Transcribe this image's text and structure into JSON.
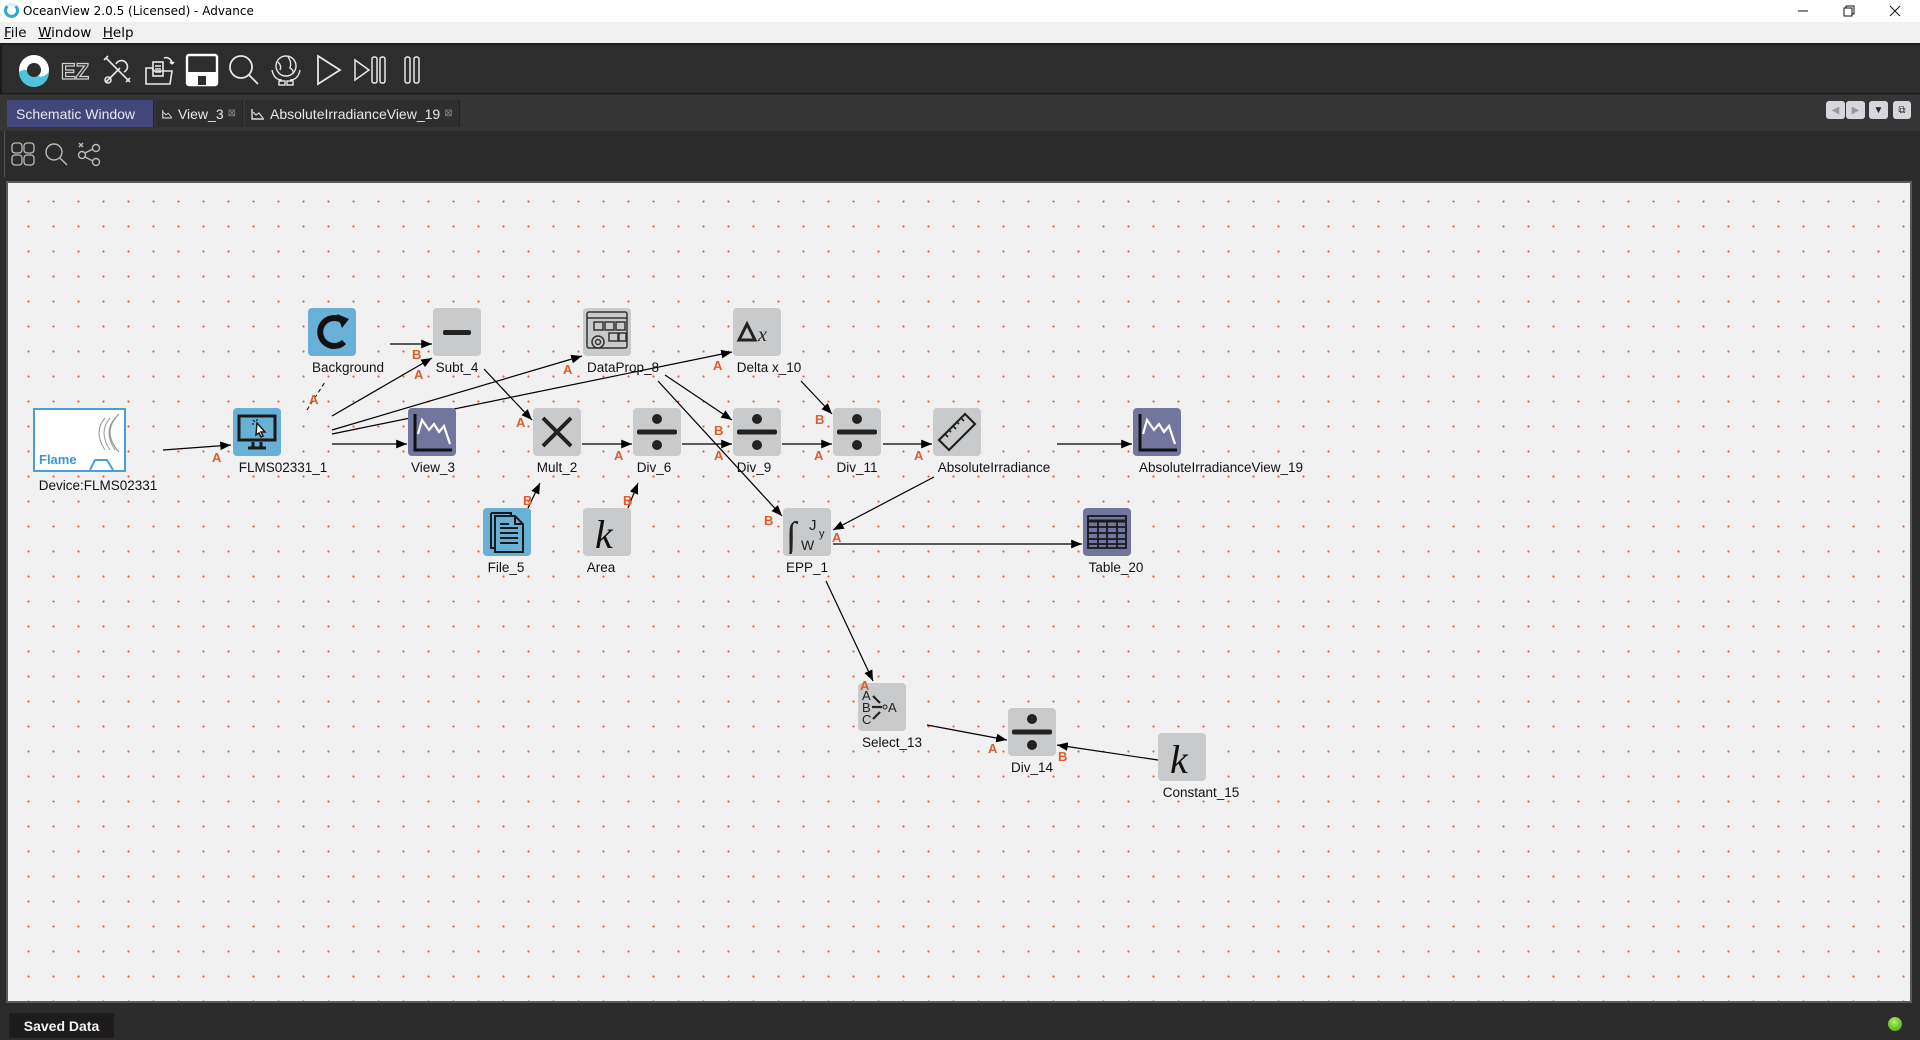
{
  "window": {
    "title": "OceanView 2.0.5 (Licensed) - Advance",
    "controls": [
      "minimize",
      "restore",
      "close"
    ]
  },
  "menu": {
    "items": [
      {
        "label": "File",
        "mnemonic": "F",
        "rest": "ile"
      },
      {
        "label": "Window",
        "mnemonic": "W",
        "rest": "indow"
      },
      {
        "label": "Help",
        "mnemonic": "H",
        "rest": "elp"
      }
    ]
  },
  "toolbar": {
    "buttons": [
      {
        "name": "oceanview-logo-icon"
      },
      {
        "name": "ez-mode-icon",
        "text": "EZ"
      },
      {
        "name": "tools-icon"
      },
      {
        "name": "open-file-icon"
      },
      {
        "name": "save-icon"
      },
      {
        "name": "search-icon"
      },
      {
        "name": "globe-hands-icon"
      },
      {
        "name": "play-icon"
      },
      {
        "name": "step-icon"
      },
      {
        "name": "pause-icon"
      }
    ]
  },
  "tabs": [
    {
      "label": "Schematic Window",
      "active": true,
      "closable": false
    },
    {
      "label": "View_3",
      "active": false,
      "closable": true,
      "icon": "graph-icon"
    },
    {
      "label": "AbsoluteIrradianceView_19",
      "active": false,
      "closable": true,
      "icon": "graph-icon"
    }
  ],
  "tab_nav": {
    "prev": "◀",
    "next": "▶",
    "menu": "▼",
    "restore": "⧉"
  },
  "schematic_toolbar": [
    "layout-grid-icon",
    "zoom-icon",
    "share-nodes-icon"
  ],
  "schematic": {
    "device": {
      "label": "Device:FLMS02331",
      "badge": "Flame"
    },
    "nodes": [
      {
        "id": "flms",
        "label": "FLMS02331_1",
        "type": "spectrometer"
      },
      {
        "id": "background",
        "label": "Background",
        "type": "background"
      },
      {
        "id": "subt4",
        "label": "Subt_4",
        "type": "subtract"
      },
      {
        "id": "view3",
        "label": "View_3",
        "type": "graph-view"
      },
      {
        "id": "dataprop8",
        "label": "DataProp_8",
        "type": "data-properties"
      },
      {
        "id": "deltax10",
        "label": "Delta x_10",
        "type": "delta-x",
        "symbol": "Δx"
      },
      {
        "id": "mult2",
        "label": "Mult_2",
        "type": "multiply"
      },
      {
        "id": "div6",
        "label": "Div_6",
        "type": "divide"
      },
      {
        "id": "div9",
        "label": "Div_9",
        "type": "divide"
      },
      {
        "id": "div11",
        "label": "Div_11",
        "type": "divide"
      },
      {
        "id": "absirr",
        "label": "AbsoluteIrradiance",
        "type": "ruler"
      },
      {
        "id": "absview19",
        "label": "AbsoluteIrradianceView_19",
        "type": "graph-view"
      },
      {
        "id": "file5",
        "label": "File_5",
        "type": "file"
      },
      {
        "id": "area",
        "label": "Area",
        "type": "constant",
        "symbol": "k"
      },
      {
        "id": "epp1",
        "label": "EPP_1",
        "type": "integral"
      },
      {
        "id": "table20",
        "label": "Table_20",
        "type": "table"
      },
      {
        "id": "select13",
        "label": "Select_13",
        "type": "select"
      },
      {
        "id": "div14",
        "label": "Div_14",
        "type": "divide"
      },
      {
        "id": "constant15",
        "label": "Constant_15",
        "type": "constant",
        "symbol": "k"
      }
    ],
    "edges": [
      {
        "from": "device",
        "to": "flms",
        "port": "A"
      },
      {
        "from": "flms",
        "to": "background",
        "port": "A",
        "dashed": true
      },
      {
        "from": "background",
        "to": "subt4",
        "port": "B"
      },
      {
        "from": "flms",
        "to": "subt4",
        "port": "A"
      },
      {
        "from": "flms",
        "to": "view3",
        "port": ""
      },
      {
        "from": "flms",
        "to": "dataprop8",
        "port": "A"
      },
      {
        "from": "flms",
        "to": "deltax10",
        "port": "A"
      },
      {
        "from": "subt4",
        "to": "mult2",
        "port": "A"
      },
      {
        "from": "file5",
        "to": "mult2",
        "port": "B"
      },
      {
        "from": "mult2",
        "to": "div6",
        "port": "A"
      },
      {
        "from": "area",
        "to": "div6",
        "port": "B"
      },
      {
        "from": "div6",
        "to": "div9",
        "port": "A"
      },
      {
        "from": "dataprop8",
        "to": "div9",
        "port": "B"
      },
      {
        "from": "dataprop8",
        "to": "epp1",
        "port": "B"
      },
      {
        "from": "div9",
        "to": "div11",
        "port": "A"
      },
      {
        "from": "deltax10",
        "to": "div11",
        "port": "B"
      },
      {
        "from": "div11",
        "to": "absirr",
        "port": "A"
      },
      {
        "from": "absirr",
        "to": "absview19",
        "port": ""
      },
      {
        "from": "absirr",
        "to": "epp1",
        "port": "A"
      },
      {
        "from": "epp1",
        "to": "table20",
        "port": ""
      },
      {
        "from": "epp1",
        "to": "select13",
        "port": "A"
      },
      {
        "from": "select13",
        "to": "div14",
        "port": "A"
      },
      {
        "from": "constant15",
        "to": "div14",
        "port": "B"
      }
    ]
  },
  "statusbar": {
    "saved_data_label": "Saved Data",
    "status_indicator": "green"
  },
  "colors": {
    "accent_tab": "#43467a",
    "port_label": "#e35b2a",
    "node_gray": "#c9cacb",
    "node_blue": "#68b0d6",
    "node_purple": "#72769e",
    "status_ok": "#5ab61e"
  }
}
